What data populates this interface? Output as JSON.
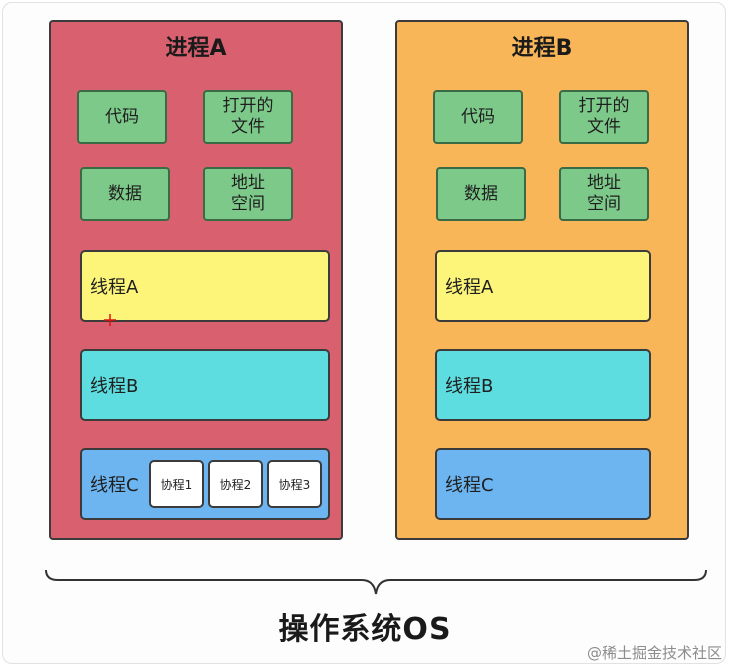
{
  "processA": {
    "title": "进程A",
    "resources": {
      "code": "代码",
      "files": "打开的\n文件",
      "data": "数据",
      "address": "地址\n空间"
    },
    "threads": {
      "a": "线程A",
      "b": "线程B",
      "c": "线程C"
    },
    "coroutines": [
      "协程1",
      "协程2",
      "协程3"
    ],
    "color": "#d9616f"
  },
  "processB": {
    "title": "进程B",
    "resources": {
      "code": "代码",
      "files": "打开的\n文件",
      "data": "数据",
      "address": "地址\n空间"
    },
    "threads": {
      "a": "线程A",
      "b": "线程B",
      "c": "线程C"
    },
    "color": "#f9b659"
  },
  "os": {
    "label": "操作系统OS"
  },
  "watermark": "@稀土掘金技术社区",
  "colors": {
    "resource": "#7dc98a",
    "thread_a": "#fdf57a",
    "thread_b": "#5ddddf",
    "thread_c": "#6cb5f0"
  }
}
